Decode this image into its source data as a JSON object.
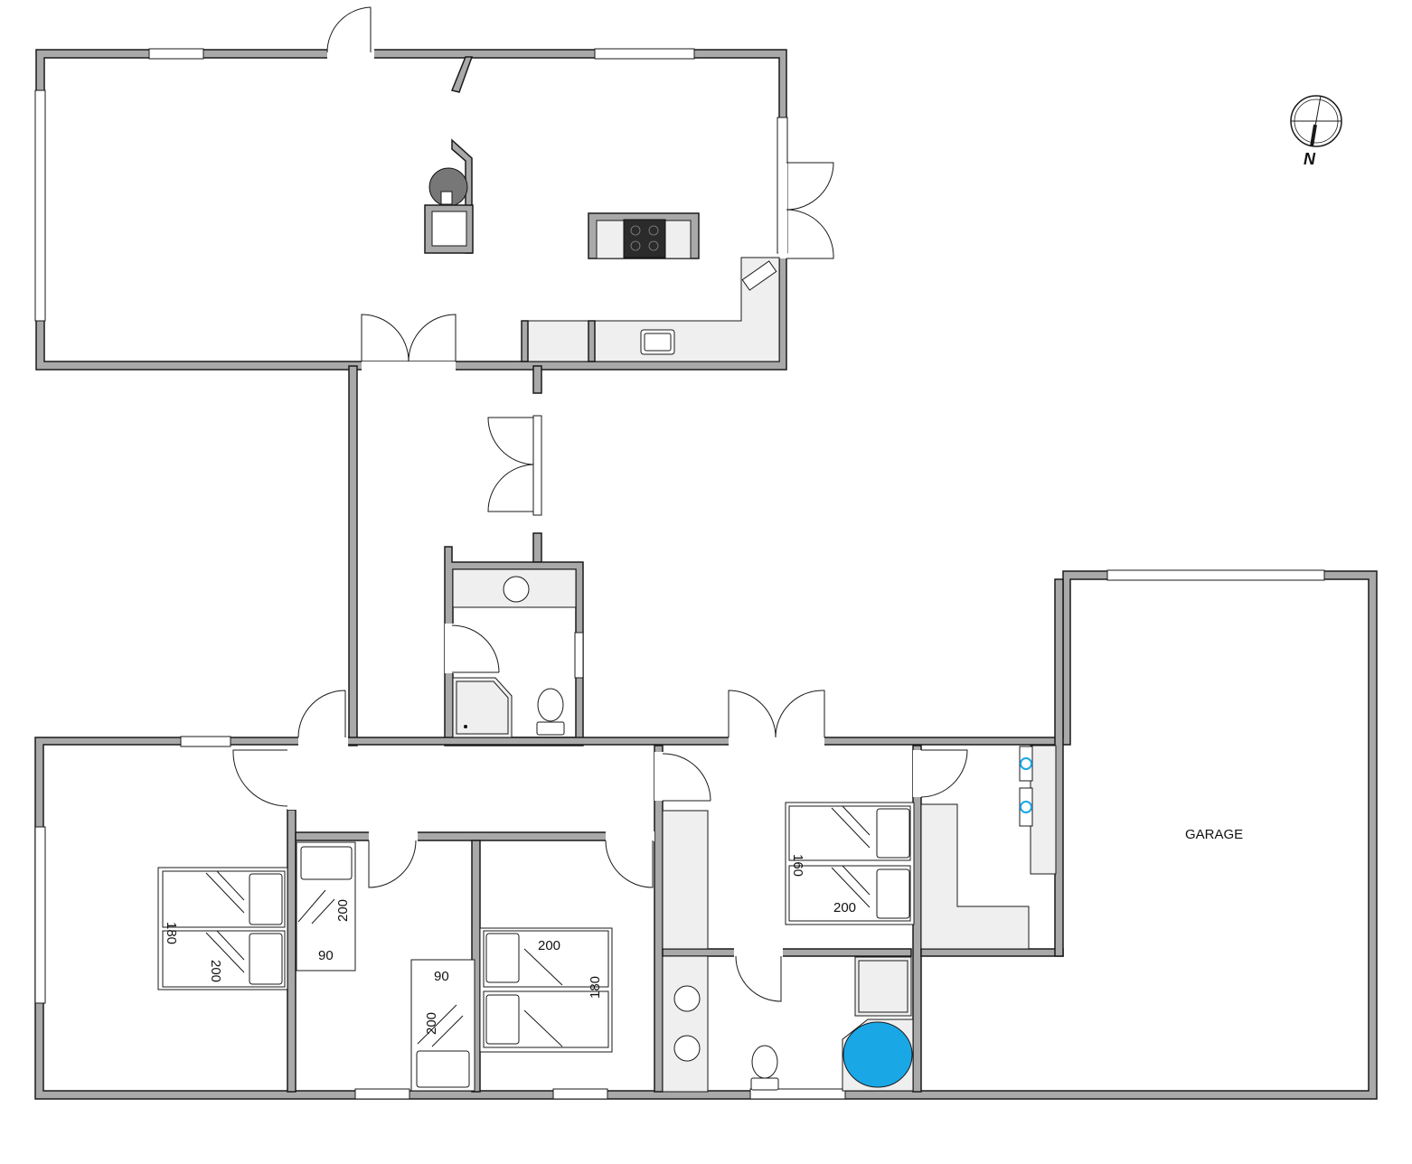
{
  "rooms": {
    "garage_label": "GARAGE"
  },
  "compass": {
    "north_label": "N"
  },
  "beds": {
    "bed1_width": "180",
    "bed1_length": "200",
    "bed2_width": "90",
    "bed2_length": "200",
    "bed3_width": "90",
    "bed3_length": "200",
    "bed4_width": "180",
    "bed4_length": "200",
    "bed5_width": "160",
    "bed5_length": "200"
  },
  "colors": {
    "wall": "#a9a9a9",
    "counter": "#efefef",
    "tub": "#1aa7e6",
    "stove": "#2b2b2b"
  }
}
